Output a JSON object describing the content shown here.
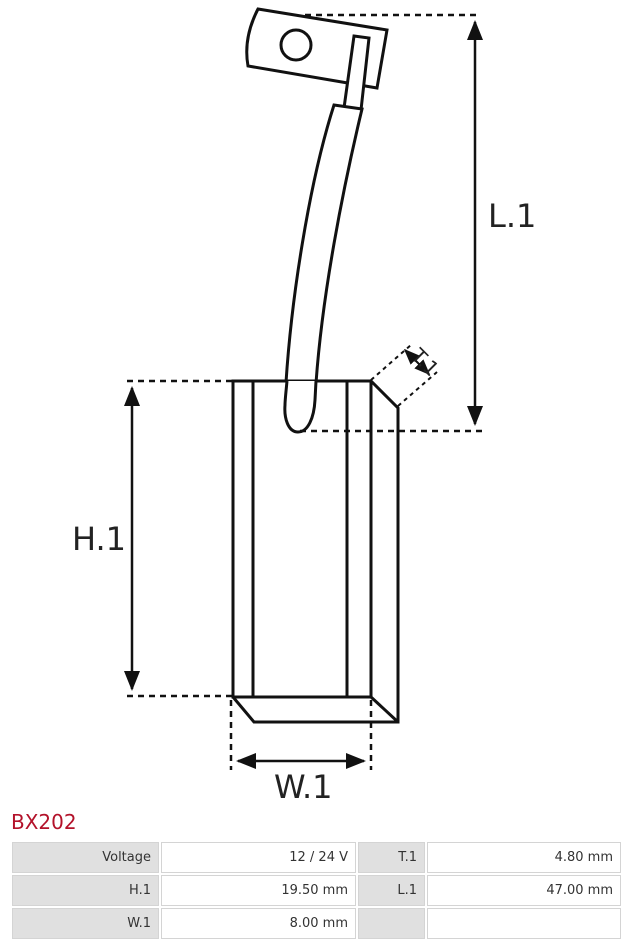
{
  "diagram": {
    "labels": {
      "l1": "L.1",
      "h1": "H.1",
      "w1": "W.1",
      "t1": "T.1"
    }
  },
  "product": {
    "code": "BX202"
  },
  "specs": {
    "rows": [
      {
        "label_a": "Voltage",
        "value_a": "12 / 24 V",
        "label_b": "T.1",
        "value_b": "4.80 mm"
      },
      {
        "label_a": "H.1",
        "value_a": "19.50 mm",
        "label_b": "L.1",
        "value_b": "47.00 mm"
      },
      {
        "label_a": "W.1",
        "value_a": "8.00 mm",
        "label_b": "",
        "value_b": ""
      }
    ]
  },
  "colors": {
    "part_code": "#b3122a",
    "label_cell_bg": "#e0e0e0"
  }
}
